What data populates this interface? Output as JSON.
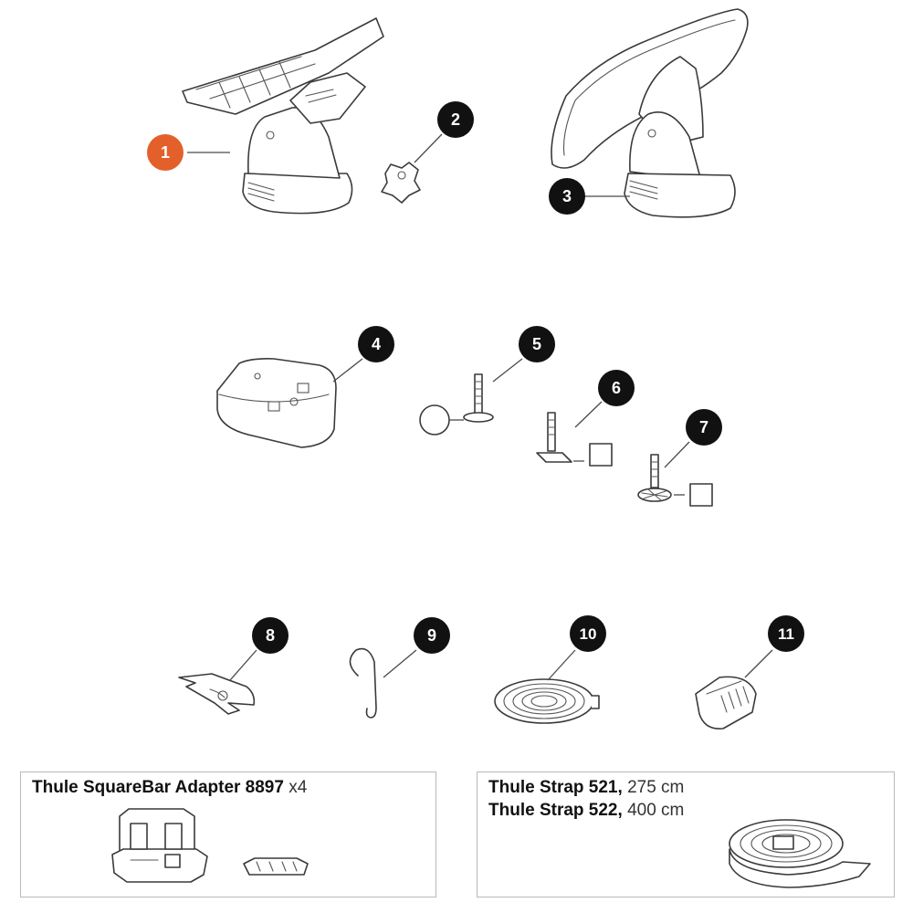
{
  "accent_color": "#e4602a",
  "badge_color": "#111111",
  "parts": [
    {
      "number": "1",
      "highlighted": true,
      "item": "kayak-cradle-front-icon"
    },
    {
      "number": "2",
      "highlighted": false,
      "item": "star-knob-icon"
    },
    {
      "number": "3",
      "highlighted": false,
      "item": "kayak-pad-rear-icon"
    },
    {
      "number": "4",
      "highlighted": false,
      "item": "base-plate-icon"
    },
    {
      "number": "5",
      "highlighted": false,
      "item": "t-bolt-round-washer-icon"
    },
    {
      "number": "6",
      "highlighted": false,
      "item": "t-bolt-square-washer-icon"
    },
    {
      "number": "7",
      "highlighted": false,
      "item": "t-bolt-toothed-icon"
    },
    {
      "number": "8",
      "highlighted": false,
      "item": "tool-key-icon"
    },
    {
      "number": "9",
      "highlighted": false,
      "item": "hook-icon"
    },
    {
      "number": "10",
      "highlighted": false,
      "item": "strap-coil-icon"
    },
    {
      "number": "11",
      "highlighted": false,
      "item": "strap-buckle-icon"
    }
  ],
  "adapter_box": {
    "name": "Thule SquareBar Adapter 8897",
    "qty": "x4"
  },
  "strap_box": {
    "lines": [
      {
        "name": "Thule Strap 521,",
        "length": "275 cm"
      },
      {
        "name": "Thule Strap 522,",
        "length": "400 cm"
      }
    ]
  }
}
